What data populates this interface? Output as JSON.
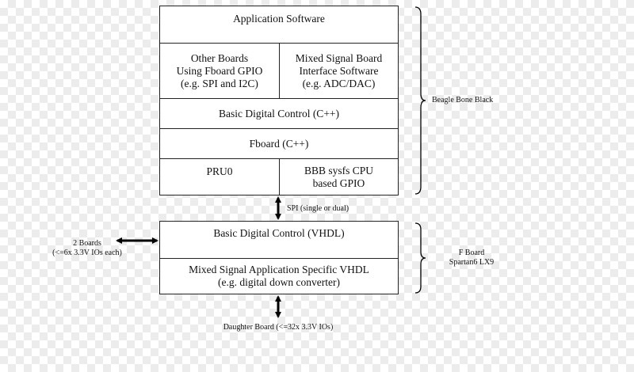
{
  "bbb_stack": {
    "application_software": "Application Software",
    "other_boards": "Other Boards\nUsing Fboard GPIO\n(e.g. SPI and I2C)",
    "mixed_signal_board": "Mixed Signal Board\nInterface Software\n(e.g. ADC/DAC)",
    "basic_digital_control_cpp": "Basic Digital Control (C++)",
    "fboard_cpp": "Fboard (C++)",
    "pru0": "PRU0",
    "bbb_sysfs": "BBB sysfs CPU\nbased GPIO"
  },
  "fpga_stack": {
    "basic_digital_control_vhdl": "Basic Digital Control (VHDL)",
    "mixed_signal_vhdl": "Mixed Signal Application Specific VHDL\n(e.g. digital down converter)"
  },
  "labels": {
    "beagle_bone_black": "Beagle Bone Black",
    "f_board": "F Board\nSpartan6 LX9",
    "spi": "SPI (single or dual)",
    "two_boards": "2 Boards\n(<=6x 3.3V IOs each)",
    "daughter_board": "Daughter Board (<=32x 3.3V IOs)"
  }
}
